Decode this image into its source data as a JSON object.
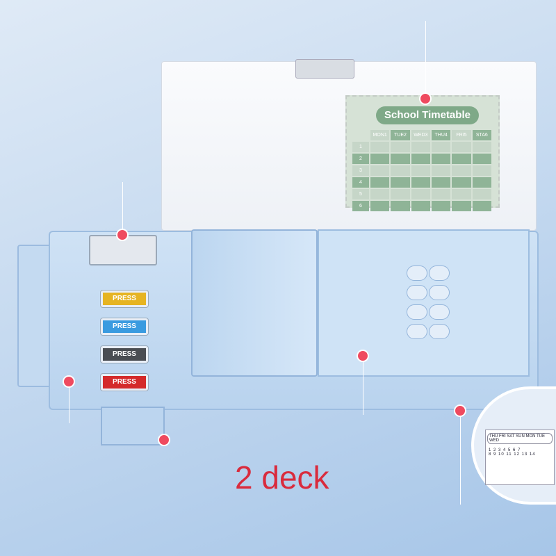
{
  "timetable": {
    "title": "School Timetable",
    "columns": [
      "MON1",
      "TUE2",
      "WED3",
      "THU4",
      "FRI5",
      "STA6"
    ],
    "rows": [
      "1",
      "2",
      "3",
      "4",
      "5",
      "6"
    ]
  },
  "buttons": [
    {
      "label": "PRESS",
      "color": "#e6b422"
    },
    {
      "label": "PRESS",
      "color": "#3a9be0"
    },
    {
      "label": "PRESS",
      "color": "#4a4d52"
    },
    {
      "label": "PRESS",
      "color": "#d42a2a"
    }
  ],
  "caption": "2 deck",
  "calendar": {
    "days": "THU FRI SAT SUN MON TUE WED"
  },
  "colors": {
    "accent": "#ef4a5f",
    "caption": "#d92b3d"
  }
}
